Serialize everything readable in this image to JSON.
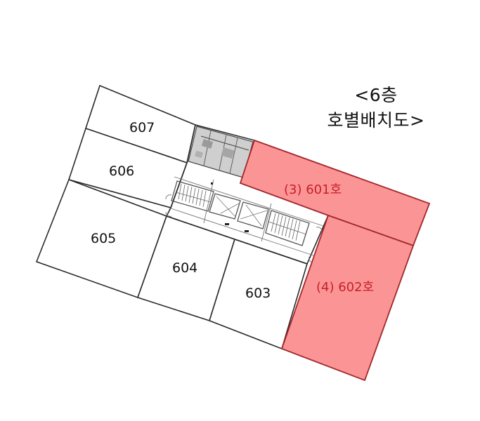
{
  "title": {
    "line1": "<6층",
    "line2": "호별배치도>"
  },
  "floor": "6층",
  "colors": {
    "highlight_fill": "#fb9595",
    "highlight_stroke": "#a3262b",
    "highlight_text": "#c81e28",
    "wall": "#2a2a2a"
  },
  "units": [
    {
      "id": "601",
      "label": "(3) 601호",
      "highlighted": true
    },
    {
      "id": "602",
      "label": "(4) 602호",
      "highlighted": true
    },
    {
      "id": "603",
      "label": "603",
      "highlighted": false
    },
    {
      "id": "604",
      "label": "604",
      "highlighted": false
    },
    {
      "id": "605",
      "label": "605",
      "highlighted": false
    },
    {
      "id": "606",
      "label": "606",
      "highlighted": false
    },
    {
      "id": "607",
      "label": "607",
      "highlighted": false
    }
  ],
  "core": {
    "label": "core (stairs / elevators / restrooms)"
  }
}
